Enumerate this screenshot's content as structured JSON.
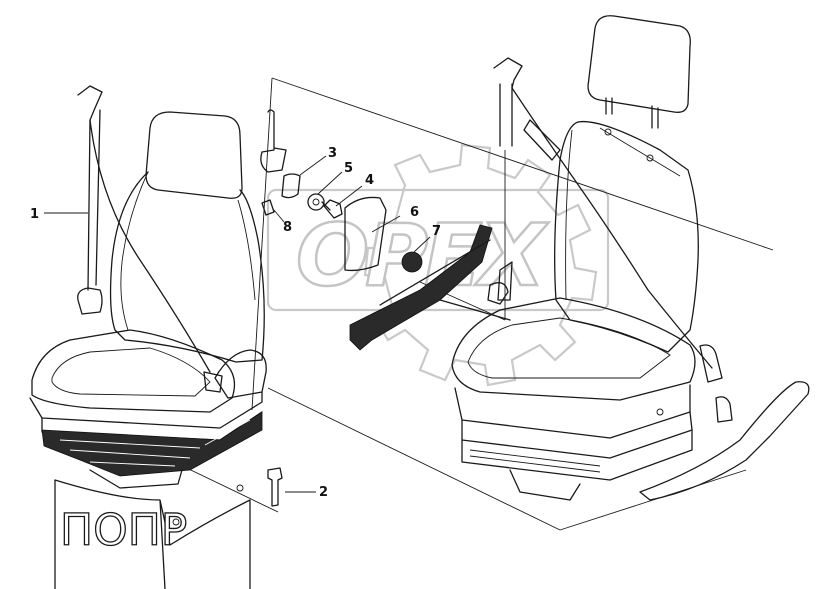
{
  "watermark": {
    "text": "OPEX"
  },
  "body_stamp": {
    "text": "ПОПР"
  },
  "callouts": [
    {
      "id": "1",
      "label": "1"
    },
    {
      "id": "2",
      "label": "2"
    },
    {
      "id": "3",
      "label": "3"
    },
    {
      "id": "4",
      "label": "4"
    },
    {
      "id": "5",
      "label": "5"
    },
    {
      "id": "6",
      "label": "6"
    },
    {
      "id": "7",
      "label": "7"
    },
    {
      "id": "8",
      "label": "8"
    }
  ],
  "colors": {
    "line": "#1a1a1a",
    "watermark": "#c4c4c4",
    "background": "#ffffff"
  }
}
